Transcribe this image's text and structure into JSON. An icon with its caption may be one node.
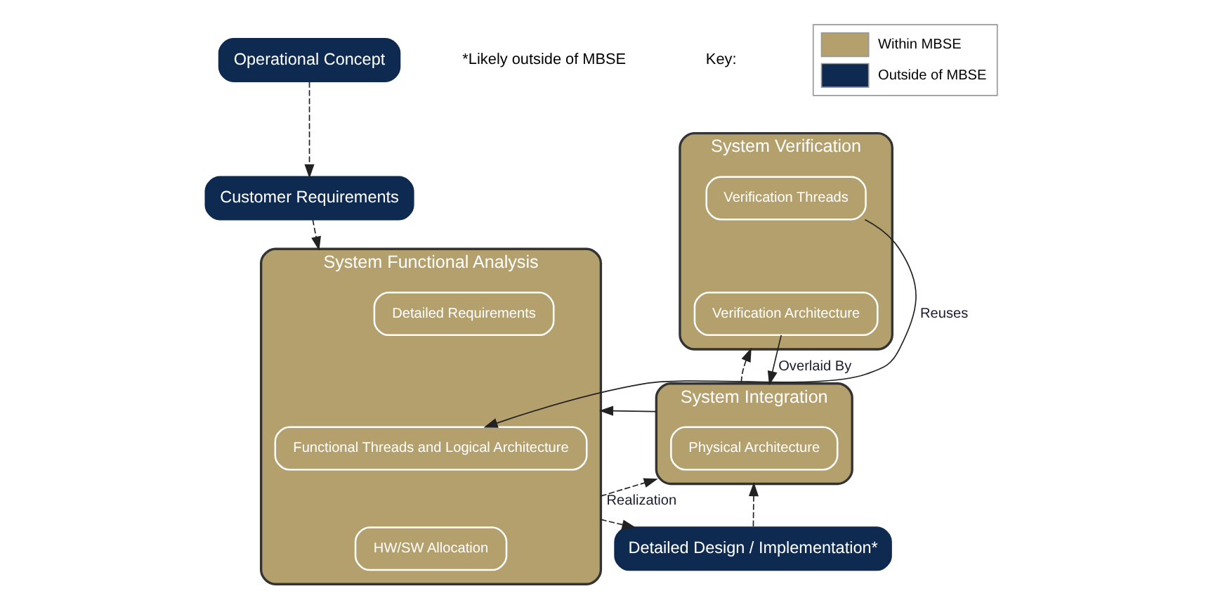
{
  "diagram": {
    "nodes": [
      {
        "text": [
          "Operational Concept"
        ]
      },
      {
        "text": [
          "Customer Requirements"
        ]
      },
      {
        "text": [
          "System Functional Analysis"
        ]
      },
      {
        "text": [
          "Detailed Requirements"
        ],
        "in": 2
      },
      {
        "text": [
          "Functional Threads and Logical Architecture"
        ],
        "in": 2
      },
      {
        "text": [
          "HW/SW Allocation"
        ],
        "in": 2
      },
      {
        "text": [
          "System Verification"
        ]
      },
      {
        "text": [
          "Verification Threads"
        ],
        "in": 6
      },
      {
        "text": [
          "Verification Architecture"
        ],
        "in": 6
      },
      {
        "text": [
          "System Integration"
        ]
      },
      {
        "text": [
          "Physical Architecture"
        ],
        "in": 9
      },
      {
        "text": [
          "Detailed Design / Implementation*"
        ]
      }
    ],
    "edges": [
      {
        "from": 0,
        "to": 1,
        "arrow": "to",
        "style": "dashed"
      },
      {
        "from": 1,
        "to": 2,
        "arrow": "to",
        "style": "dashed"
      },
      {
        "from": 2,
        "to": 11,
        "arrow": "to",
        "style": "dashed"
      },
      {
        "from": 11,
        "to": 9,
        "arrow": "to",
        "style": "dashed"
      },
      {
        "from": 9,
        "to": 6,
        "arrow": "to",
        "style": "dashed"
      },
      {
        "from": 7,
        "to": 4,
        "arrow": "to",
        "label": "Reuses"
      },
      {
        "from": 8,
        "to": 9,
        "arrow": "to",
        "label": "Overlaid By"
      },
      {
        "from": 2,
        "to": 9,
        "arrow": "to",
        "style": "dashed",
        "label": "Realization"
      },
      {
        "from": 9,
        "to": 2,
        "arrow": "to"
      }
    ],
    "labels": [
      "*Likely outside of MBSE",
      "Key:"
    ],
    "legend": [
      {
        "text": "Within MBSE",
        "color": "#b3a06c"
      },
      {
        "text": "Outside of MBSE",
        "color": "#0e2a50"
      }
    ]
  }
}
